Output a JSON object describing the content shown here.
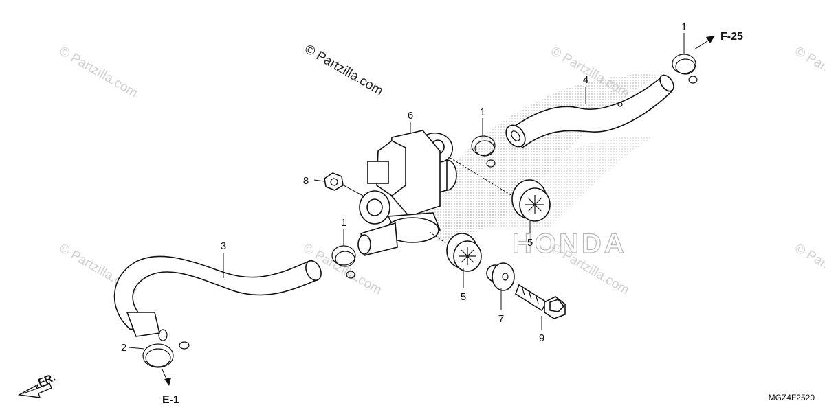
{
  "diagram": {
    "watermark_text": "© Partzilla.com",
    "logo_text": "HONDA",
    "diagram_code": "MGZ4F2520",
    "front_indicator": "FR.",
    "ref_top": "F-25",
    "ref_bottom": "E-1",
    "callouts": {
      "c1_top_right": "1",
      "c1_mid": "1",
      "c1_lower": "1",
      "c2": "2",
      "c3": "3",
      "c4": "4",
      "c5_upper": "5",
      "c5_lower": "5",
      "c6": "6",
      "c7": "7",
      "c8": "8",
      "c9": "9"
    }
  }
}
